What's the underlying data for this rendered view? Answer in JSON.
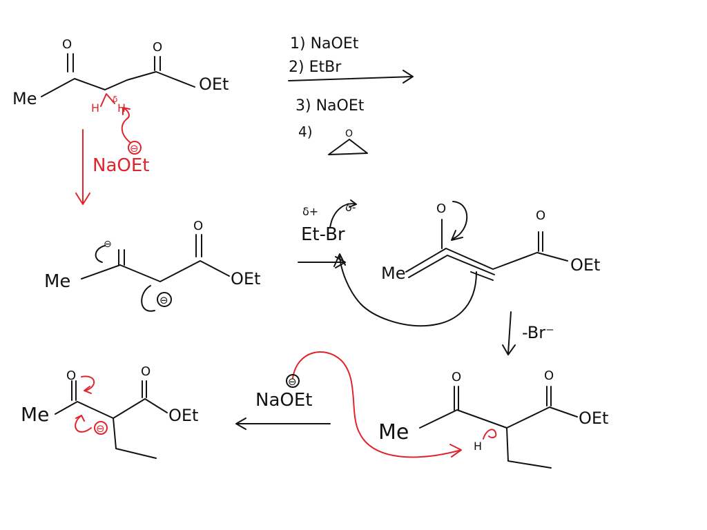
{
  "colors": {
    "ink": "#111111",
    "red": "#e0242c",
    "background": "#ffffff"
  },
  "start": {
    "me": "Me",
    "o_ketone": "O",
    "o_ester": "O",
    "oet": "OEt",
    "h_left": "H",
    "h_right": "H",
    "delta": "δ"
  },
  "base_step": {
    "charge": "⊖",
    "reagent": "NaOEt"
  },
  "conditions": {
    "step1": "1) NaOEt",
    "step2": "2) EtBr",
    "step3": "3) NaOEt",
    "step4": "4)",
    "epoxide_o": "O"
  },
  "enolate": {
    "me": "Me",
    "o_minus": "⊖",
    "o_ester": "O",
    "oet": "OEt",
    "carbanion": "⊖"
  },
  "ethyl_bromide": {
    "delta_plus": "δ+",
    "delta_minus": "δ-",
    "formula": "Et-Br"
  },
  "resonance": {
    "me": "Me",
    "o_keto": "O",
    "o_ester": "O",
    "oet": "OEt"
  },
  "bromide_loss": {
    "label": "-Br⁻"
  },
  "alkylated": {
    "me": "Me",
    "o_keto": "O",
    "o_ester": "O",
    "oet": "OEt",
    "h": "H"
  },
  "second_base": {
    "charge": "⊖",
    "reagent": "NaOEt"
  },
  "final_enolate": {
    "me": "Me",
    "o_keto": "O",
    "o_ester": "O",
    "oet": "OEt",
    "carbanion": "⊖"
  }
}
